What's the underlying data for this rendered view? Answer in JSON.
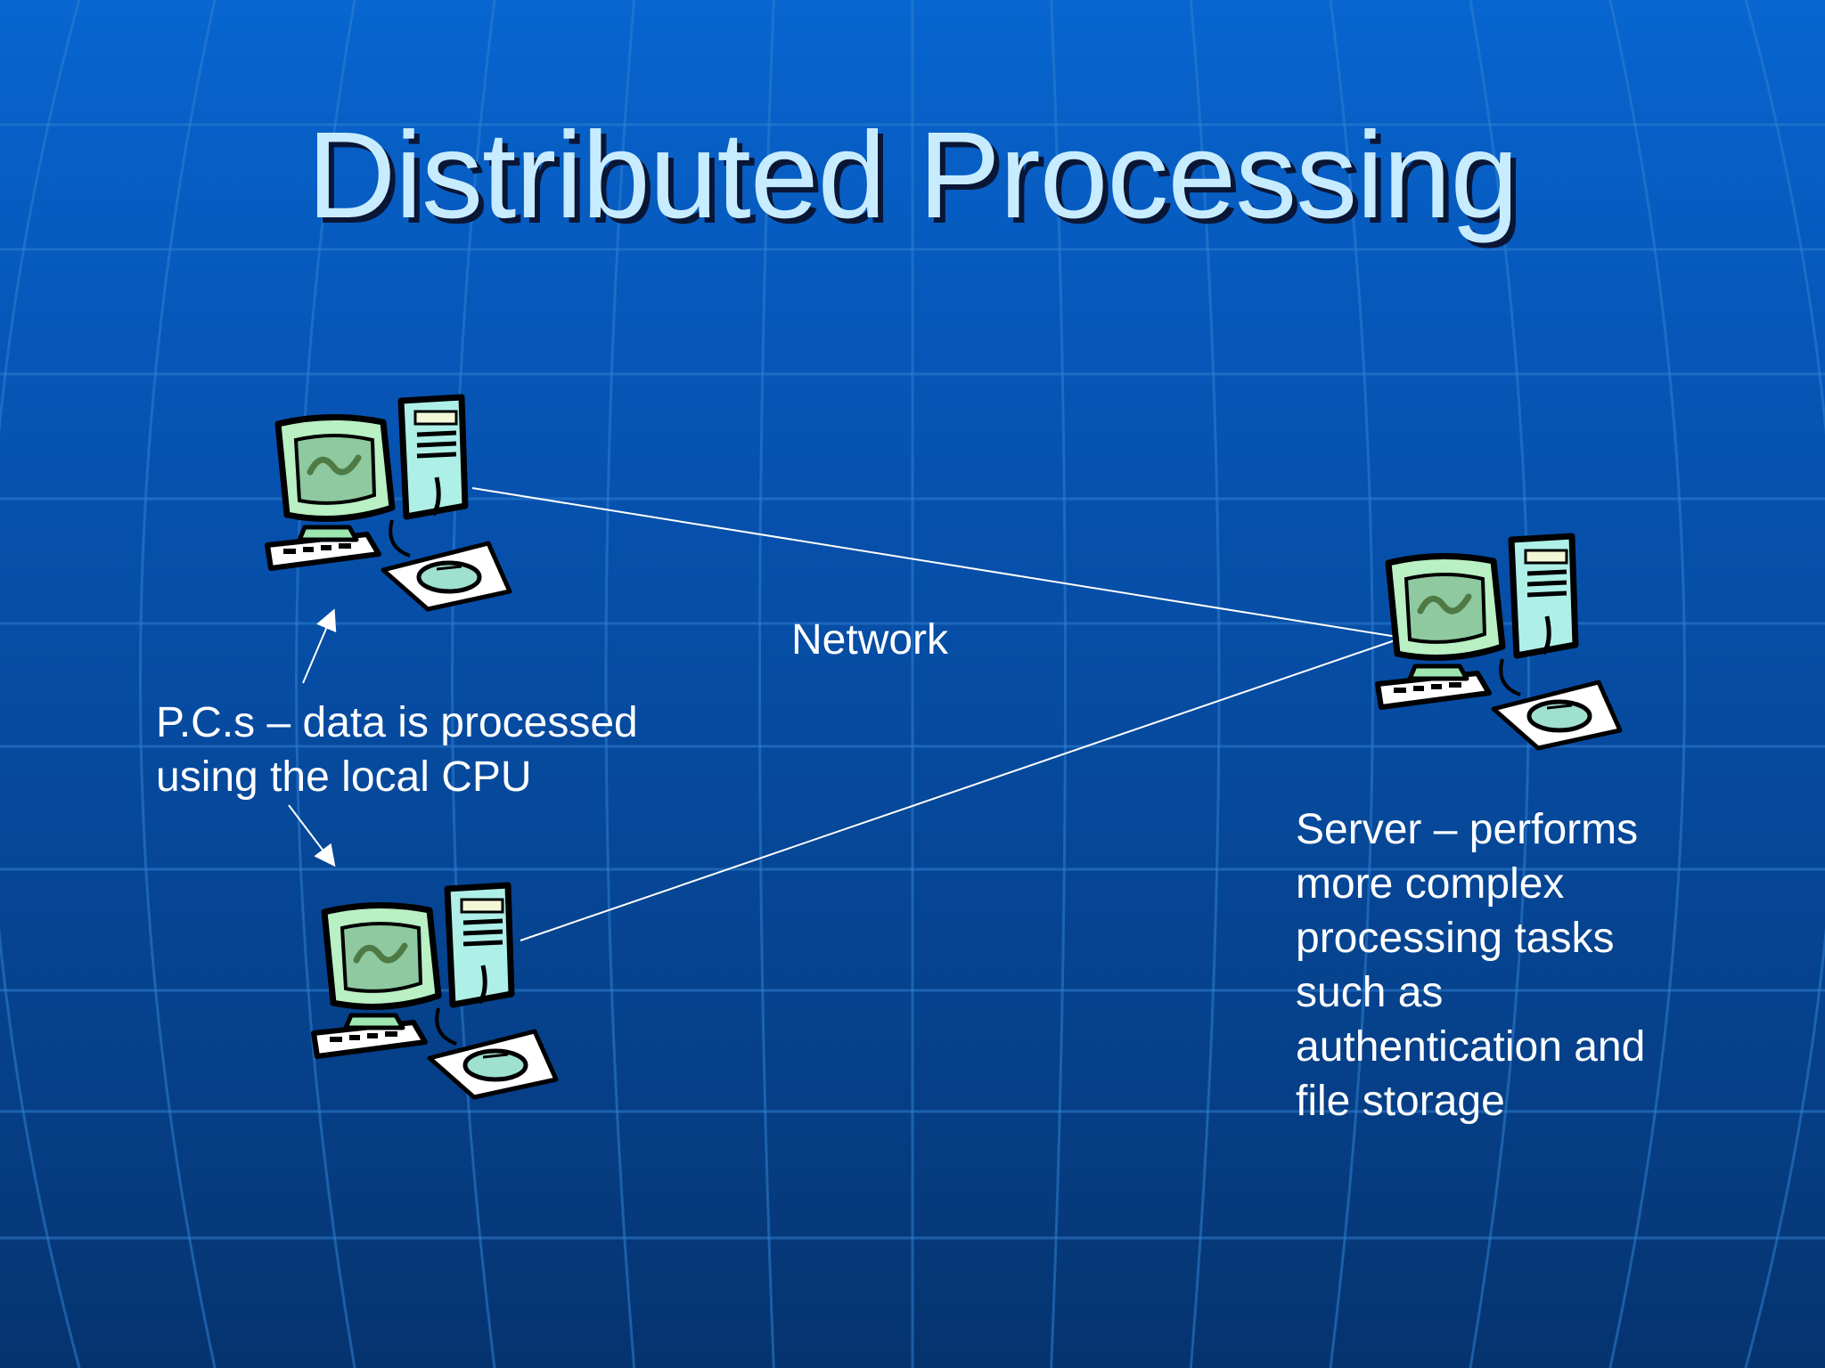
{
  "slide": {
    "title": "Distributed Processing",
    "pcs_caption_line1": "P.C.s – data is processed",
    "pcs_caption_line2": "using the local CPU",
    "network_label": "Network",
    "server_caption": [
      "Server – performs",
      "more complex",
      "processing tasks",
      "such as",
      "authentication and",
      "file storage"
    ]
  },
  "colors": {
    "background": "#0756b8",
    "title_text": "#c8ecff",
    "body_text": "#ffffff",
    "network_line": "#ffffff",
    "computer_screen": "#b9f0c4",
    "computer_case": "#aef0e8"
  },
  "icons": {
    "pc_top": "desktop-computer-icon",
    "pc_bottom": "desktop-computer-icon",
    "server": "desktop-computer-icon"
  }
}
